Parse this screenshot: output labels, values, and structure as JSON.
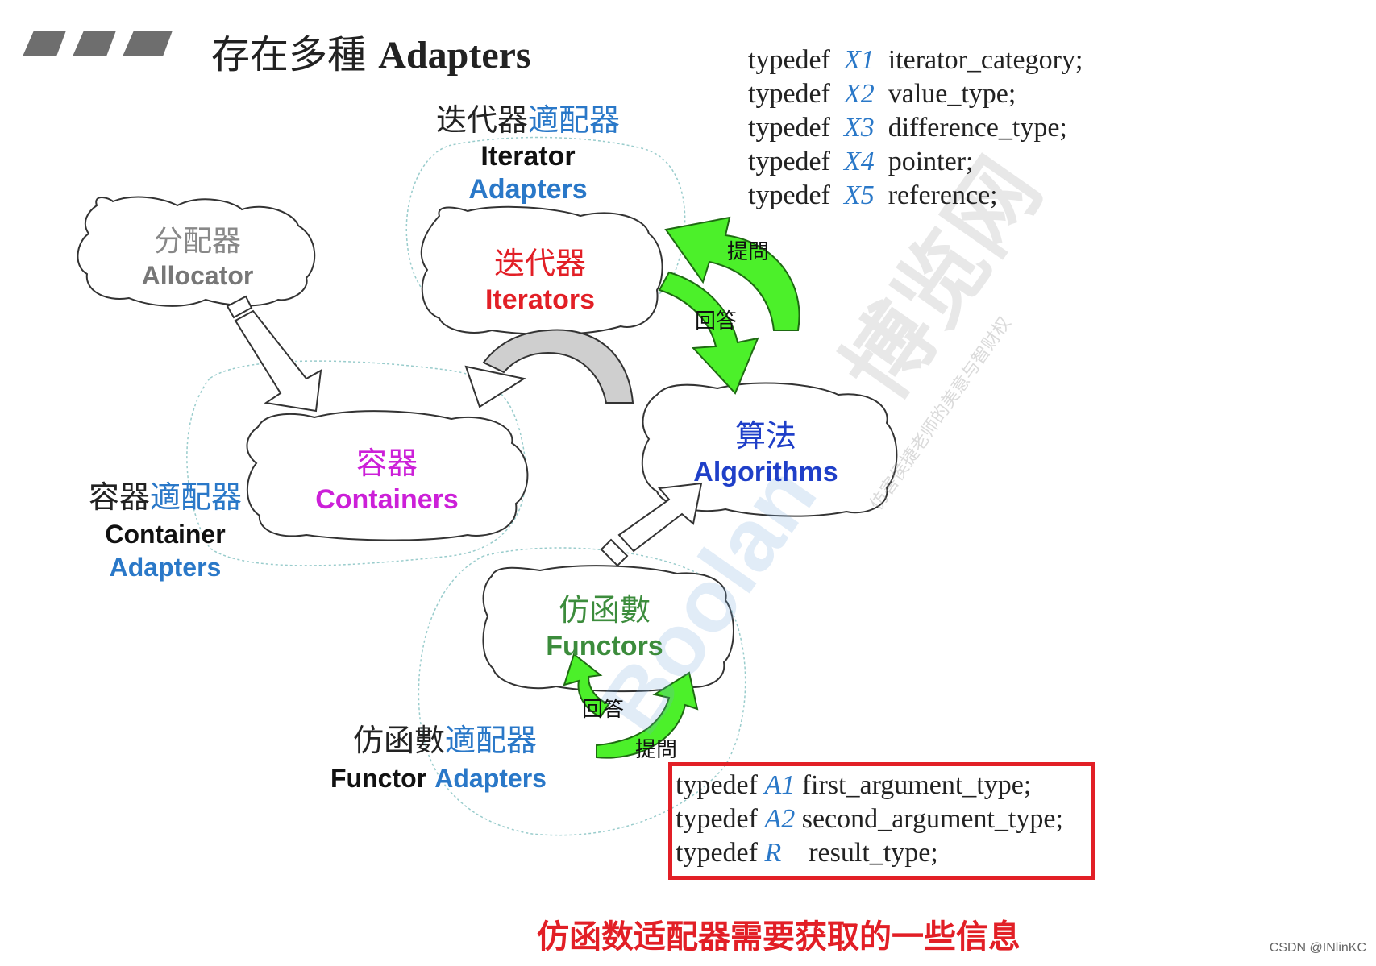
{
  "title": {
    "cjk": "存在多種",
    "en": "Adapters"
  },
  "allocator": {
    "cn": "分配器",
    "en": "Allocator"
  },
  "iterator_adapters": {
    "cn_a": "迭代器",
    "cn_b": "適配器",
    "en1": "Iterator",
    "en2": "Adapters"
  },
  "iterators": {
    "cn": "迭代器",
    "en": "Iterators"
  },
  "containers": {
    "cn": "容器",
    "en": "Containers"
  },
  "container_adapters": {
    "cn_a": "容器",
    "cn_b": "適配器",
    "en1": "Container",
    "en2": "Adapters"
  },
  "algorithms": {
    "cn": "算法",
    "en": "Algorithms"
  },
  "functors": {
    "cn": "仿函數",
    "en": "Functors"
  },
  "functor_adapters": {
    "cn_a": "仿函數",
    "cn_b": "適配器",
    "en1": "Functor",
    "en2": "Adapters"
  },
  "arrows": {
    "ask_top": "提問",
    "answer_top": "回答",
    "answer_bottom": "回答",
    "ask_bottom": "提問"
  },
  "iterator_typedefs": [
    {
      "kw": "typedef",
      "var": "X1",
      "name": "iterator_category;"
    },
    {
      "kw": "typedef",
      "var": "X2",
      "name": "value_type;"
    },
    {
      "kw": "typedef",
      "var": "X3",
      "name": "difference_type;"
    },
    {
      "kw": "typedef",
      "var": "X4",
      "name": "pointer;"
    },
    {
      "kw": "typedef",
      "var": "X5",
      "name": "reference;"
    }
  ],
  "functor_typedefs": [
    {
      "kw": "typedef",
      "var": "A1",
      "name": "first_argument_type;"
    },
    {
      "kw": "typedef",
      "var": "A2",
      "name": "second_argument_type;"
    },
    {
      "kw": "typedef",
      "var": "R",
      "name": "result_type;"
    }
  ],
  "caption": "仿函数适配器需要获取的一些信息",
  "credit": "CSDN @INlinKC",
  "watermark": {
    "main": "博览网",
    "sub": "仿害侯捷老师的美意与智财权",
    "logo": "Boolan"
  },
  "colors": {
    "green_arrow": "#4cf02a",
    "highlight_box": "#e21f26",
    "accent_blue": "#2a78c8"
  }
}
